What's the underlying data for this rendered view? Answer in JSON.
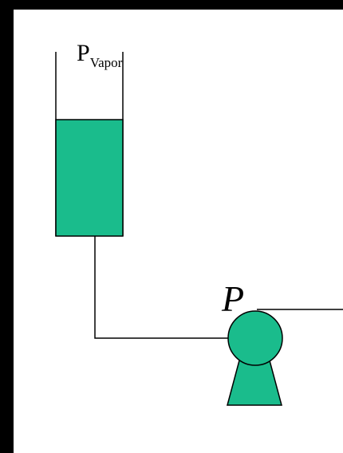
{
  "colors": {
    "background": "#000000",
    "panel": "#ffffff",
    "fluid": "#1abc8c",
    "line": "#000000"
  },
  "labels": {
    "vapor_pressure_main": "P",
    "vapor_pressure_sub": "Vapor",
    "pump_pressure": "P"
  }
}
